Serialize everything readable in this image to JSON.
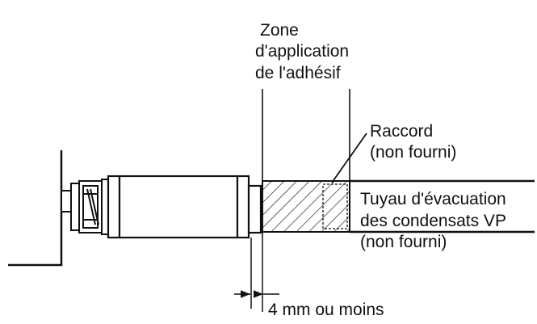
{
  "labels": {
    "zone_line1": "Zone",
    "zone_line2": "d'application",
    "zone_line3": "de l'adhésif",
    "raccord_line1": "Raccord",
    "raccord_line2": "(non fourni)",
    "tuyau_line1": "Tuyau d'évacuation",
    "tuyau_line2": "des condensats VP",
    "tuyau_line3": "(non fourni)",
    "dimension": "4 mm ou moins"
  },
  "colors": {
    "stroke": "#111111",
    "background": "#ffffff"
  }
}
